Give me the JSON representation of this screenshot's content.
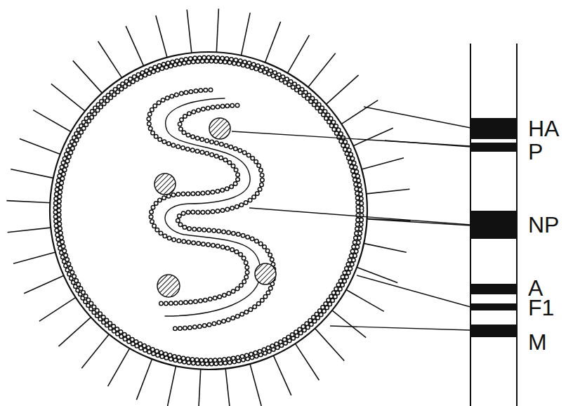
{
  "diagram": {
    "labels": [
      "HA",
      "P",
      "NP",
      "A",
      "F1",
      "M"
    ]
  }
}
